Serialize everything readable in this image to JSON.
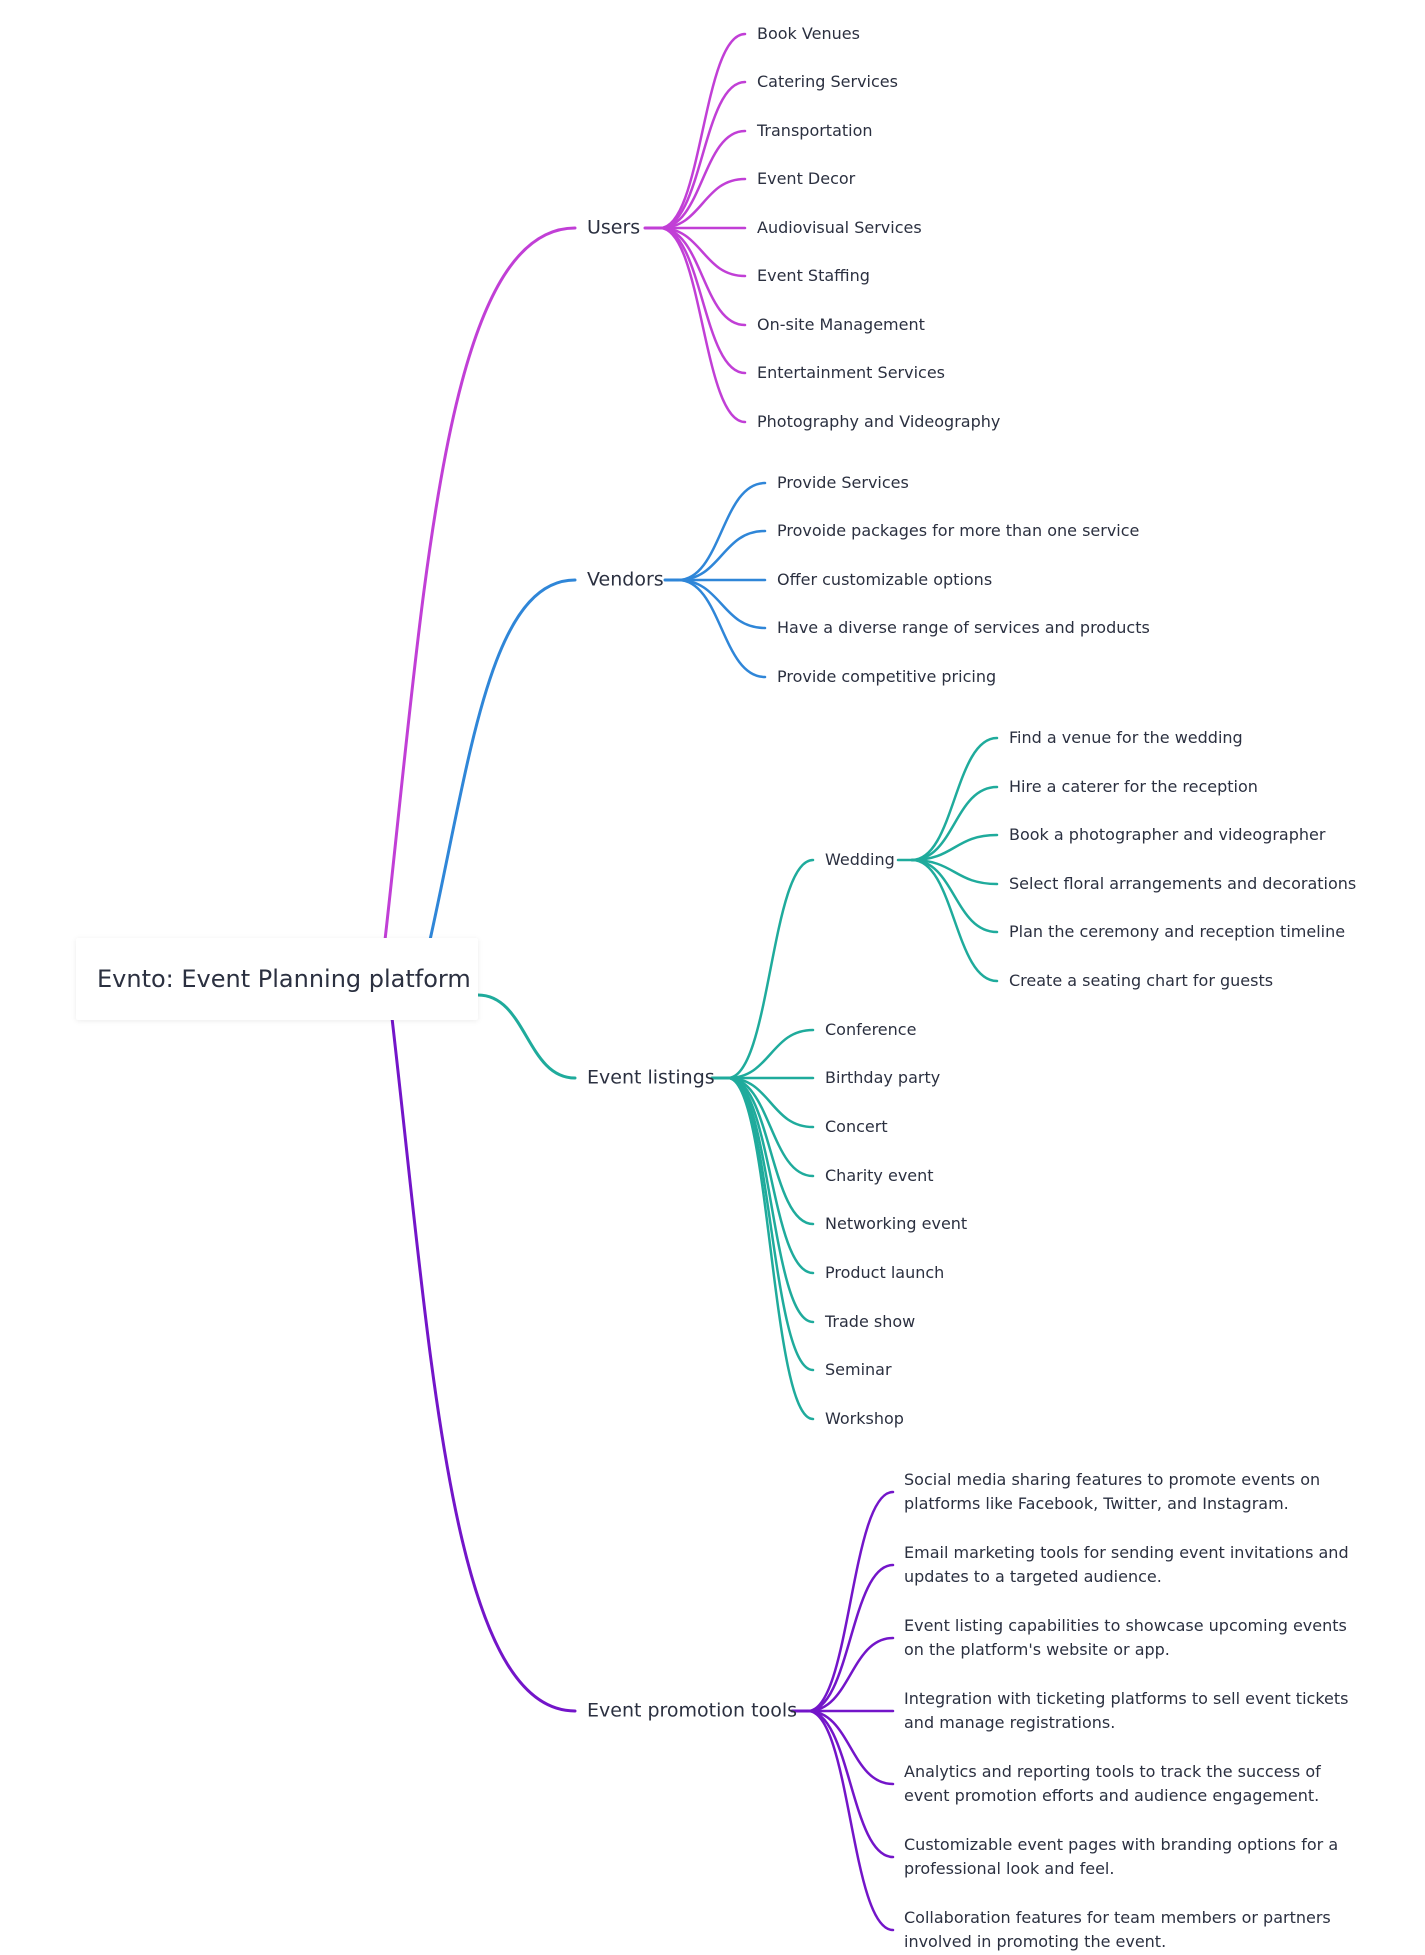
{
  "root": {
    "label": "Evnto: Event Planning platform"
  },
  "colors": {
    "users": "#c13fd6",
    "vendors": "#2f86d8",
    "event_listings": "#1fab9c",
    "event_promotion_tools": "#7315c9"
  },
  "branches": {
    "users": {
      "label": "Users",
      "children": [
        "Book Venues",
        "Catering Services",
        "Transportation",
        "Event Decor",
        "Audiovisual Services",
        "Event Staffing",
        "On-site Management",
        "Entertainment Services",
        "Photography and Videography"
      ]
    },
    "vendors": {
      "label": "Vendors",
      "children": [
        "Provide Services",
        "Provoide packages for more than one service",
        "Offer customizable options",
        "Have a diverse range of services and products",
        "Provide competitive pricing"
      ]
    },
    "event_listings": {
      "label": "Event listings",
      "wedding": {
        "label": "Wedding",
        "children": [
          "Find a venue for the wedding",
          "Hire a caterer for the reception",
          "Book a photographer and videographer",
          "Select floral arrangements and decorations",
          "Plan the ceremony and reception timeline",
          "Create a seating chart for guests"
        ]
      },
      "others": [
        "Conference",
        "Birthday party",
        "Concert",
        "Charity event",
        "Networking event",
        "Product launch",
        "Trade show",
        "Seminar",
        "Workshop"
      ]
    },
    "event_promotion_tools": {
      "label": "Event promotion tools",
      "children": [
        "Social media sharing features to promote events on platforms like Facebook, Twitter, and Instagram.",
        "Email marketing tools for sending event invitations and updates to a targeted audience.",
        "Event listing capabilities to showcase upcoming events on the platform's website or app.",
        "Integration with ticketing platforms to sell event tickets and manage registrations.",
        "Analytics and reporting tools to track the success of event promotion efforts and audience engagement.",
        "Customizable event pages with branding options for a professional look and feel.",
        "Collaboration features for team members or partners involved in promoting the event."
      ]
    }
  }
}
